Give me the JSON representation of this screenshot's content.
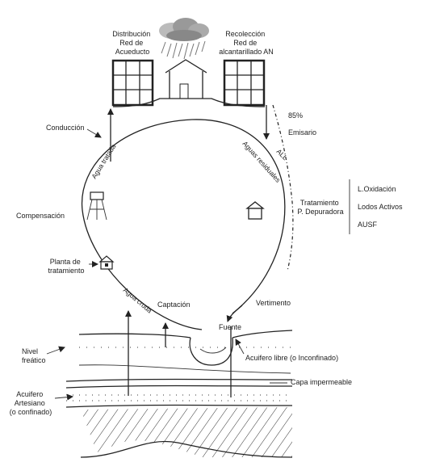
{
  "labels": {
    "distribucion": [
      "Distribución",
      "Red de",
      "Acueducto"
    ],
    "recoleccion": [
      "Recolección",
      "Red de",
      "alcantarillado AN"
    ],
    "pct": "85%",
    "emisario": "Emisario",
    "all": "ALL",
    "conduccion": "Conducción",
    "agua_tratada": "Agua tratada",
    "aguas_residuales": "Aguas residuales",
    "compensacion": "Compensación",
    "planta": [
      "Planta de",
      "tratamiento"
    ],
    "tratamiento": [
      "Tratamiento",
      "P. Depuradora"
    ],
    "treatments": [
      "L.Oxidación",
      "Lodos Activos",
      "AUSF"
    ],
    "agua_cruda": "Agua cruda",
    "captacion": "Captación",
    "vertimento": "Vertimento",
    "fuente": "Fuente",
    "nivel": [
      "Nivel",
      "freático"
    ],
    "acuifero_libre": "Acuifero libre (o Inconfinado)",
    "capa": "Capa impermeable",
    "acuifero_artesiano": [
      "Acuifero",
      "Artesiano",
      "(o confinado)"
    ]
  }
}
